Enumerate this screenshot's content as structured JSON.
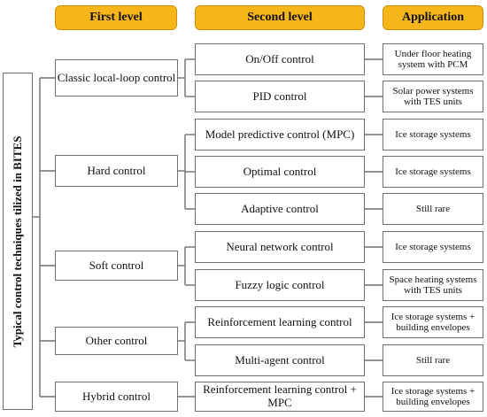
{
  "headers": {
    "first_level": "First level",
    "second_level": "Second level",
    "application": "Application"
  },
  "side_title": "Typical control techniques tilized in BITES",
  "first_level": [
    "Classic local-loop control",
    "Hard control",
    "Soft control",
    "Other control",
    "Hybrid control"
  ],
  "second_level": [
    "On/Off control",
    "PID control",
    "Model predictive control (MPC)",
    "Optimal control",
    "Adaptive control",
    "Neural network control",
    "Fuzzy logic control",
    "Reinforcement learning control",
    "Multi-agent control",
    "Reinforcement learning control + MPC"
  ],
  "application": [
    "Under floor heating system with PCM",
    "Solar power systems with TES units",
    "Ice storage systems",
    "Ice storage systems",
    "Still rare",
    "Ice storage systems",
    "Space heating systems with TES units",
    "Ice storage systems + building envelopes",
    "Still rare",
    "Ice storage systems + building envelopes"
  ],
  "colors": {
    "header_fill": "#f6b518",
    "border": "#6e6e6e"
  }
}
